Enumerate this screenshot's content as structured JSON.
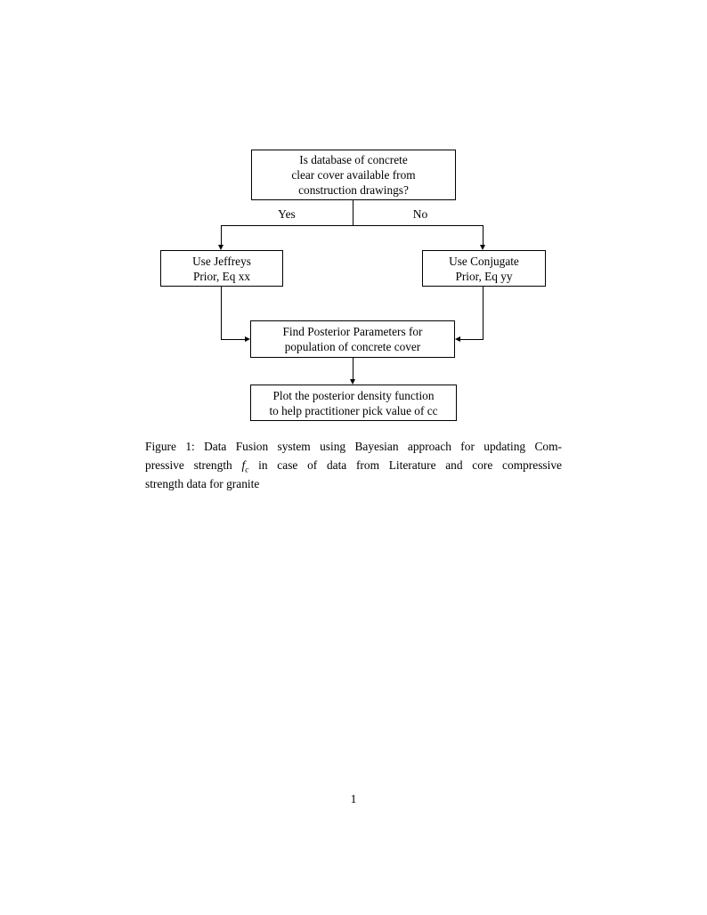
{
  "page": {
    "background": "#ffffff",
    "ink": "#000000",
    "number": "1"
  },
  "flowchart": {
    "top_box": {
      "lines": [
        "Is database of concrete",
        "clear cover available from",
        "construction drawings?"
      ]
    },
    "yes_label": "Yes",
    "no_label": "No",
    "left_box": {
      "lines": [
        "Use Jeffreys",
        "Prior, Eq xx"
      ]
    },
    "right_box": {
      "lines": [
        "Use Conjugate",
        "Prior, Eq yy"
      ]
    },
    "mid_box": {
      "lines": [
        "Find Posterior Parameters for",
        "population of concrete cover"
      ]
    },
    "bottom_box": {
      "lines": [
        "Plot the posterior density function",
        "to help practitioner pick value of cc"
      ]
    }
  },
  "caption": {
    "line1": "Figure 1: Data Fusion system using Bayesian approach for updating Com-",
    "line2_pre": "pressive strength",
    "math_f": "f",
    "math_sub": "c",
    "line2_post": "in case of data from Literature and core compressive",
    "line3": "strength data for granite"
  }
}
